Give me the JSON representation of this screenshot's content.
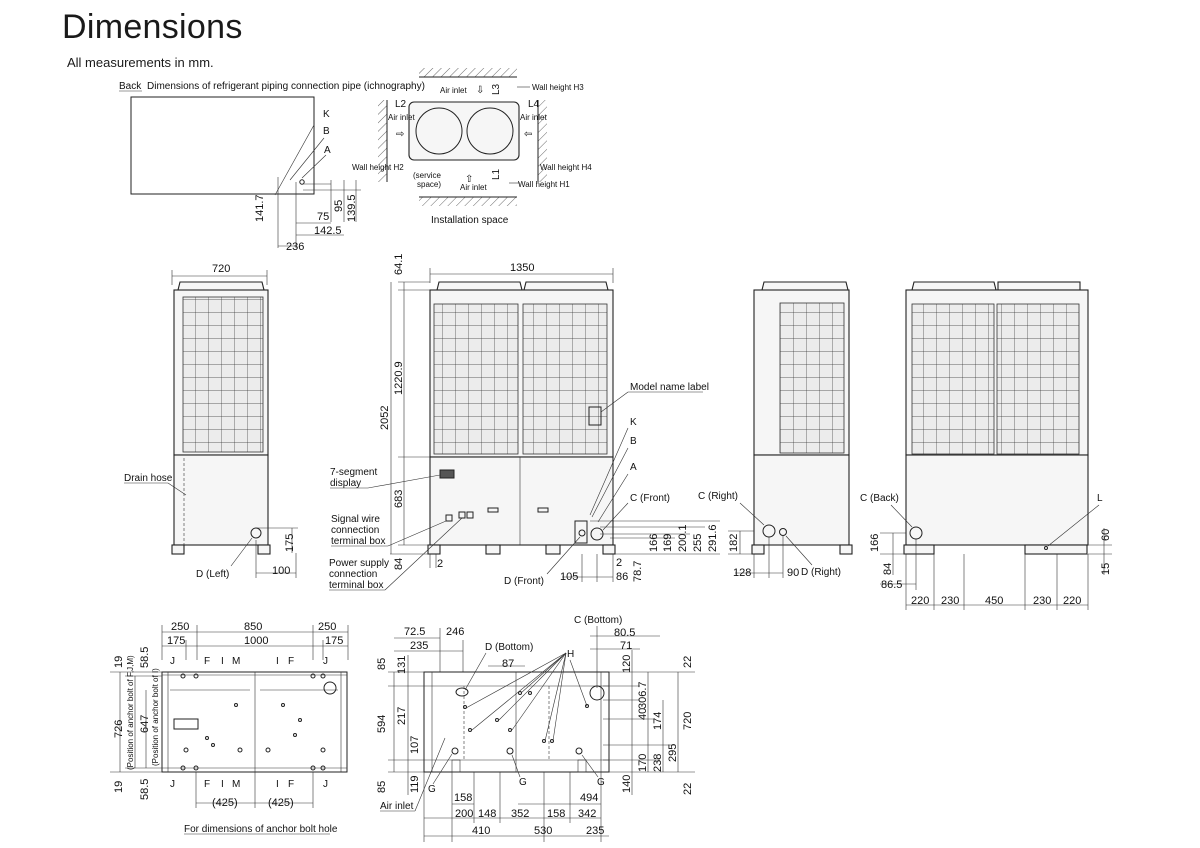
{
  "header": {
    "title": "Dimensions",
    "subtitle": "All measurements in mm."
  },
  "piping": {
    "back_label": "Back",
    "caption": "Dimensions of refrigerant piping connection pipe (ichnography)",
    "letters": [
      "K",
      "B",
      "A"
    ],
    "dims": [
      "141.7",
      "75",
      "95",
      "139.5",
      "142.5",
      "236"
    ]
  },
  "installation": {
    "caption": "Installation space",
    "air_inlet": "Air inlet",
    "service_space": "(service space)",
    "service_line1": "(service",
    "service_line2": "space)",
    "L1": "L1",
    "L2": "L2",
    "L3": "L3",
    "L4": "L4",
    "H1": "Wall height H1",
    "H2": "Wall height H2",
    "H3": "Wall height H3",
    "H4": "Wall height H4"
  },
  "left_view": {
    "width": "720",
    "drain_hose": "Drain hose",
    "d_left": "D (Left)",
    "dim_175": "175",
    "dim_100": "100"
  },
  "front_view": {
    "width": "1350",
    "dims": [
      "64.1",
      "1220.9",
      "2052",
      "683",
      "84",
      "2"
    ],
    "model_label": "Model name label",
    "seven_segment": "7-segment display",
    "seven_segment_1": "7-segment",
    "seven_segment_2": "display",
    "signal_box": [
      "Signal wire",
      "connection",
      "terminal box"
    ],
    "power_box": [
      "Power supply",
      "connection",
      "terminal box"
    ],
    "letters": [
      "K",
      "B",
      "A"
    ],
    "c_front": "C (Front)",
    "d_front": "D (Front)",
    "small_dims": [
      "105",
      "2",
      "86",
      "78.7",
      "166",
      "169",
      "200.1",
      "255",
      "291.6"
    ]
  },
  "right_view": {
    "c_right": "C (Right)",
    "d_right": "D (Right)",
    "dims": [
      "182",
      "128",
      "90"
    ]
  },
  "back_view": {
    "c_back": "C (Back)",
    "letter_l": "L",
    "dims_v": [
      "166",
      "84",
      "86.5",
      "60",
      "15"
    ],
    "bottom_dims": [
      "220",
      "230",
      "450",
      "230",
      "220"
    ]
  },
  "anchor_view": {
    "top_dims": [
      "250",
      "850",
      "250",
      "175",
      "1000",
      "175"
    ],
    "left_dims": [
      "19",
      "58.5",
      "726",
      "647",
      "19",
      "58.5"
    ],
    "rot_label_1": "(Position of anchor bolt of F,J,M)",
    "rot_label_2": "(Position of anchor bolt of I)",
    "letters_top": [
      "J",
      "F",
      "I",
      "M",
      "I",
      "F",
      "J"
    ],
    "letters_bottom": [
      "J",
      "F",
      "I",
      "M",
      "I",
      "F",
      "J"
    ],
    "dims_425": [
      "(425)",
      "(425)"
    ],
    "caption": "For dimensions of anchor bolt hole"
  },
  "bottom_view": {
    "top_dims": [
      "72.5",
      "246",
      "235",
      "87",
      "80.5",
      "71"
    ],
    "d_bottom": "D (Bottom)",
    "c_bottom": "C (Bottom)",
    "h": "H",
    "left_dims": [
      "85",
      "131",
      "594",
      "217",
      "107",
      "85",
      "119"
    ],
    "right_dims": [
      "22",
      "120",
      "306.7",
      "40",
      "174",
      "720",
      "170",
      "238",
      "295",
      "140",
      "22"
    ],
    "g": "G",
    "air_inlet": "Air inlet",
    "bottom_row1": [
      "158",
      "494"
    ],
    "bottom_row2": [
      "200",
      "148",
      "352",
      "158",
      "342"
    ],
    "bottom_row3": [
      "410",
      "530",
      "235"
    ]
  }
}
